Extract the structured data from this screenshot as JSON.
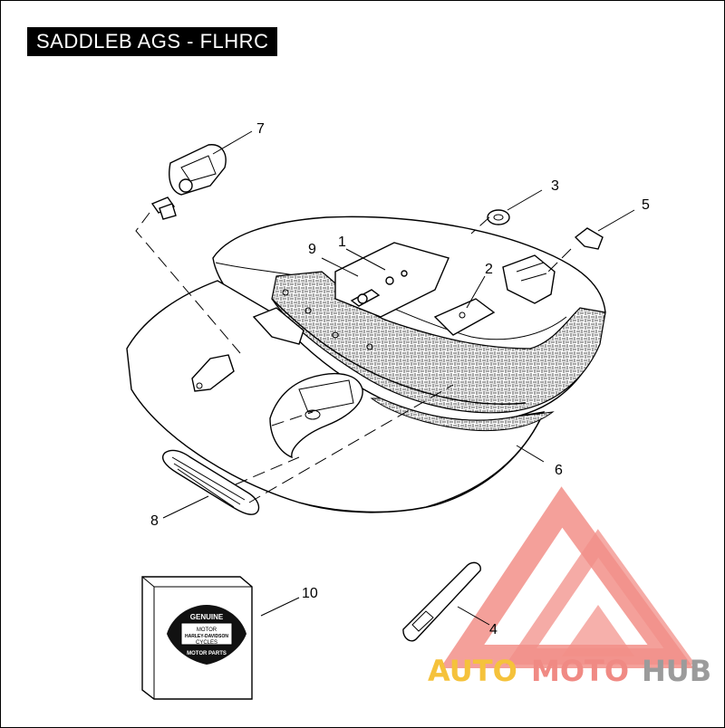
{
  "title": "SADDLEB AGS - FLHRC",
  "callouts": {
    "c1": "1",
    "c2": "2",
    "c3": "3",
    "c4": "4",
    "c5": "5",
    "c6": "6",
    "c7": "7",
    "c8": "8",
    "c9": "9",
    "c10": "10"
  },
  "watermark": {
    "word_a": "AUTO",
    "word_b": "MOTO",
    "word_c": "HUB",
    "colors": {
      "auto": "#f5c23b",
      "moto": "#f08a84",
      "hub": "#9b9b9b",
      "logo": "#ef7d76"
    }
  },
  "package_label": {
    "line1": "GENUINE",
    "line2": "MOTOR",
    "line3": "HARLEY-DAVIDSON",
    "line4": "CYCLES",
    "line5": "MOTOR PARTS"
  }
}
